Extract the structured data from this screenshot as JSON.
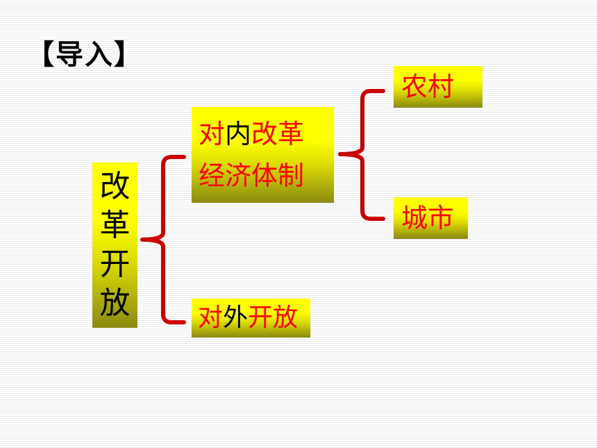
{
  "title": "【导入】",
  "root": {
    "chars": [
      "改",
      "革",
      "开",
      "放"
    ]
  },
  "inner_reform": {
    "line1": [
      {
        "text": "对",
        "color": "red"
      },
      {
        "text": "内",
        "color": "black"
      },
      {
        "text": "改革",
        "color": "red"
      }
    ],
    "line2": "经济体制"
  },
  "opening_up": [
    {
      "text": "对",
      "color": "red"
    },
    {
      "text": "外",
      "color": "black"
    },
    {
      "text": "开放",
      "color": "red"
    }
  ],
  "rural": "农村",
  "urban": "城市",
  "colors": {
    "box_yellow": "#ffff00",
    "bracket_red": "#cc0000",
    "text_red": "#ff0000"
  }
}
